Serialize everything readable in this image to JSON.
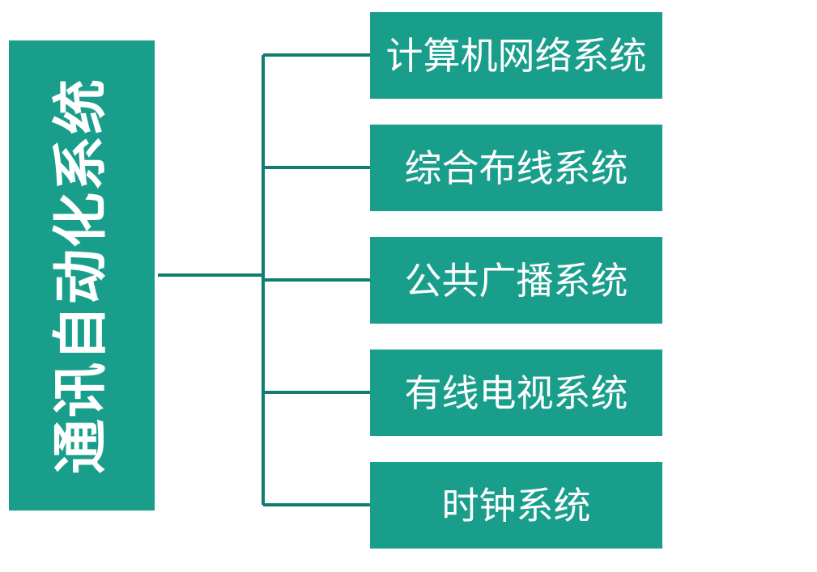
{
  "diagram": {
    "root": {
      "label": "通讯自动化系统"
    },
    "children": [
      {
        "label": "计算机网络系统"
      },
      {
        "label": "综合布线系统"
      },
      {
        "label": "公共广播系统"
      },
      {
        "label": "有线电视系统"
      },
      {
        "label": "时钟系统"
      }
    ]
  },
  "colors": {
    "box_fill": "#1a9e8c",
    "connector": "#0f7e70",
    "text": "#ffffff"
  }
}
